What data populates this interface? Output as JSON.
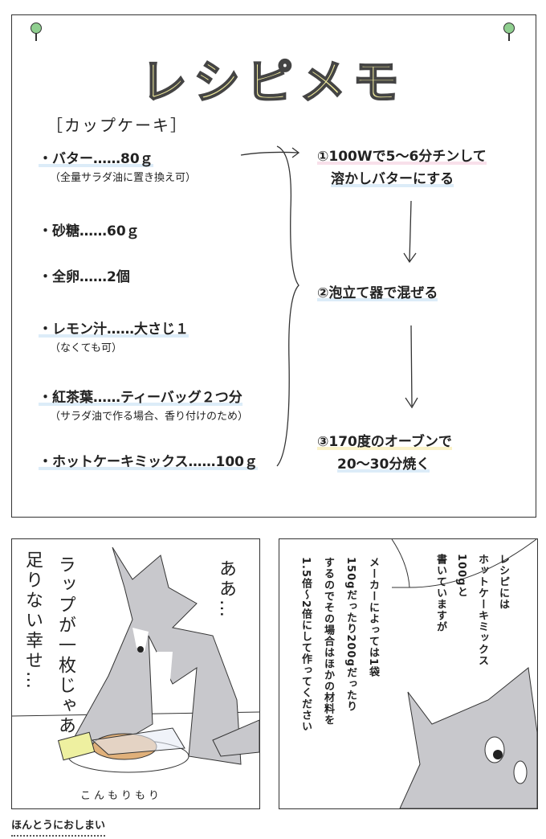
{
  "memo": {
    "title": "レシピメモ",
    "recipe_name": "［カップケーキ］",
    "ingredients": [
      {
        "name": "・バター……80ｇ",
        "note": "（全量サラダ油に置き換え可）"
      },
      {
        "name": "・砂糖……60ｇ",
        "note": ""
      },
      {
        "name": "・全卵……2個",
        "note": ""
      },
      {
        "name": "・レモン汁……大さじ１",
        "note": "（なくても可）"
      },
      {
        "name": "・紅茶葉……ティーバッグ２つ分",
        "note": "（サラダ油で作る場合、香り付けのため）"
      },
      {
        "name": "・ホットケーキミックス……100ｇ",
        "note": ""
      }
    ],
    "steps": [
      {
        "line1": "①100Wで5～6分チンして",
        "line2": "溶かしバターにする"
      },
      {
        "line1": "②泡立て器で混ぜる",
        "line2": ""
      },
      {
        "line1": "③170度のオーブンで",
        "line2": "20～30分焼く"
      }
    ]
  },
  "panel_left": {
    "speech_right": "ああ…",
    "speech_mid": "ラップが一枚じゃあ",
    "speech_left": "足りない幸せ…",
    "sfx": "こんもりもり"
  },
  "panel_right": {
    "bubble_lines": [
      "レシピには",
      "ホットケーキミックス",
      "100gと",
      "書いていますが"
    ],
    "narration_lines": [
      "メーカーによっては1袋",
      "150gだったり200gだったり",
      "するのでその場合はほかの材料を",
      "1.5倍〜2倍にして作ってください"
    ]
  },
  "footer": "ほんとうにおしまい",
  "colors": {
    "title_fill": "#f6f0a0",
    "pin": "#8fcf8f",
    "wolf": "#c8c8cc",
    "cake": "#e0b07a",
    "butter": "#eef0a0"
  }
}
